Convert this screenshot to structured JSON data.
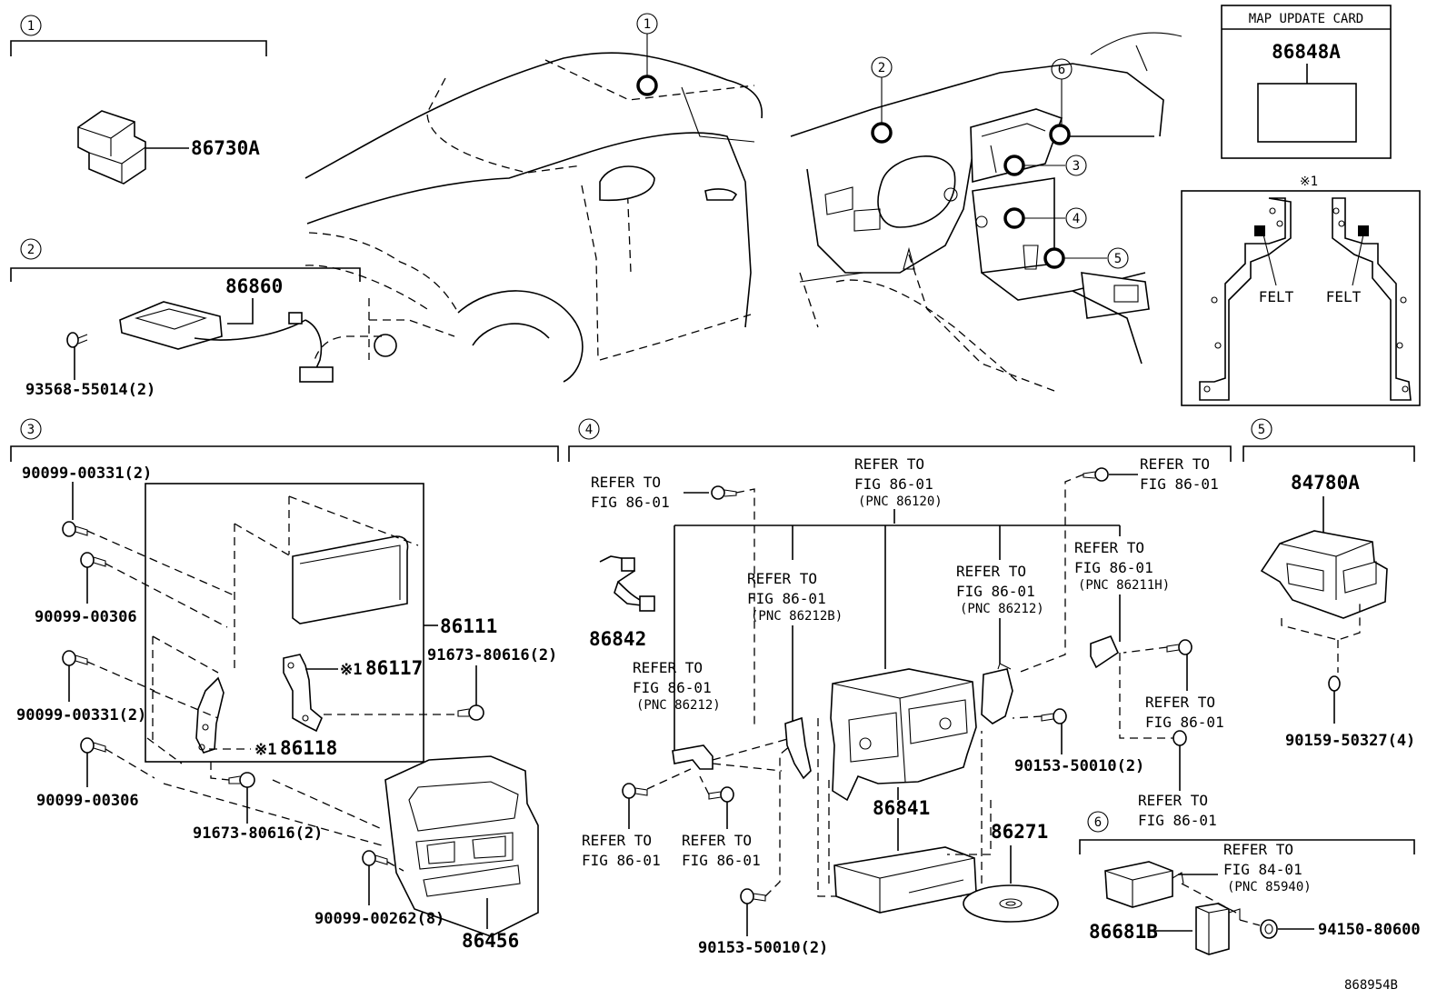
{
  "diagram_code": "868954B",
  "map_update_card": {
    "title": "MAP UPDATE CARD",
    "part_number": "86848A"
  },
  "felt_detail": {
    "marker": "※1",
    "left_label": "FELT",
    "right_label": "FELT"
  },
  "section_numbers": [
    "1",
    "2",
    "3",
    "4",
    "5",
    "6"
  ],
  "section1": {
    "part_number": "86730A"
  },
  "section2": {
    "part_number": "86860",
    "screw": "93568-55014(2)"
  },
  "section3": {
    "screw_a1": "90099-00331(2)",
    "screw_b1": "90099-00306",
    "screw_a2": "90099-00331(2)",
    "screw_b2": "90099-00306",
    "bracket_assy": "86111",
    "bracket_r": "86117",
    "bracket_r_marker": "※1",
    "bracket_l": "86118",
    "bracket_l_marker": "※1",
    "screw_c1": "91673-80616(2)",
    "screw_c2": "91673-80616(2)",
    "screw_d": "90099-00262(8)",
    "panel": "86456"
  },
  "section4": {
    "connector": "86842",
    "receiver": "86841",
    "navi_box": "86271",
    "screw_a": "90153-50010(2)",
    "screw_b": "90153-50010(2)",
    "refer_line1": "REFER TO",
    "refer_line2": "FIG 86-01",
    "pnc_86120": "(PNC 86120)",
    "pnc_86212b": "(PNC 86212B)",
    "pnc_86212": "(PNC 86212)",
    "pnc_86211h": "(PNC 86211H)"
  },
  "section5": {
    "part_number": "84780A",
    "screw": "90159-50327(4)"
  },
  "section6": {
    "refer_line1": "REFER TO",
    "refer_line2": "FIG 84-01",
    "pnc": "(PNC 85940)",
    "part_number": "86681B",
    "nut": "94150-80600"
  }
}
